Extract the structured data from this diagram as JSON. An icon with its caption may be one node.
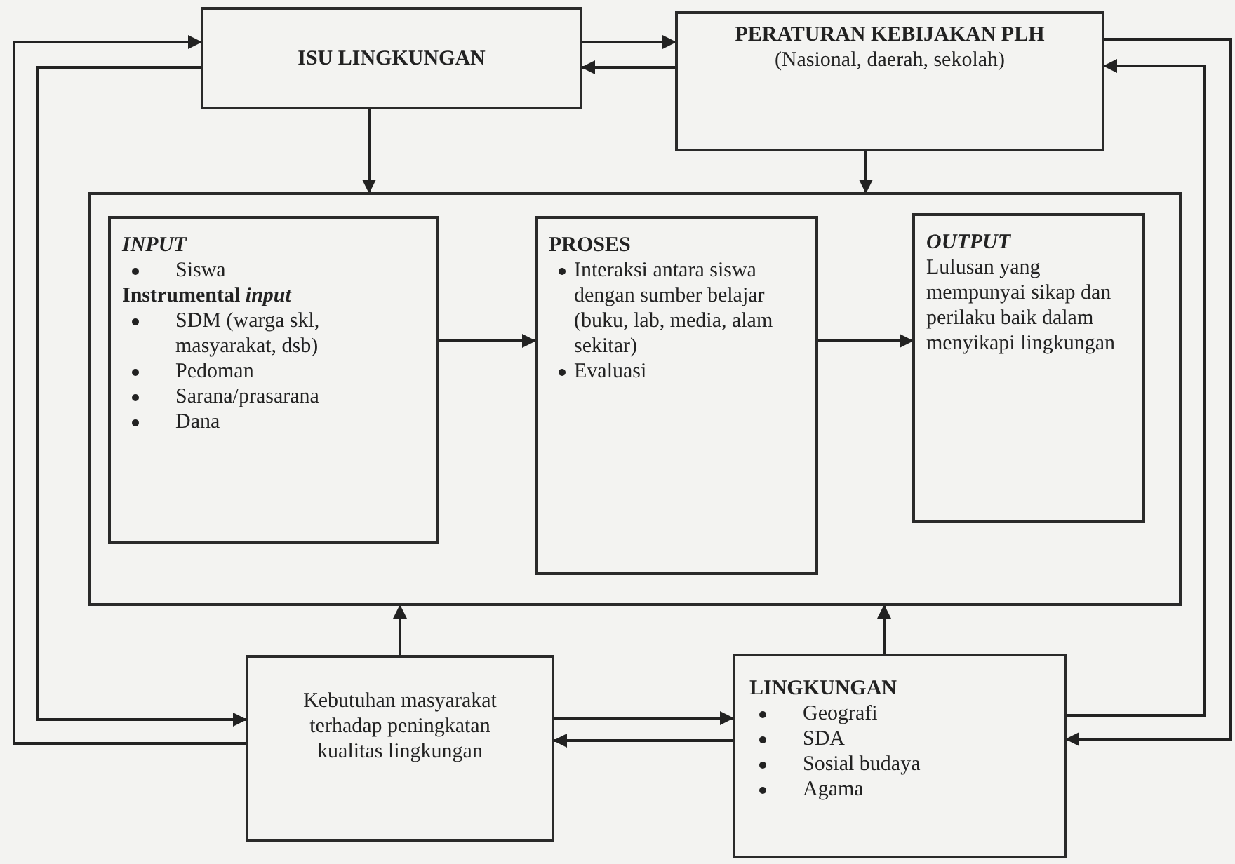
{
  "diagram": {
    "nodes": [
      {
        "text": [
          "ISU LINGKUNGAN"
        ]
      },
      {
        "text": [
          "PERATURAN KEBIJAKAN PLH",
          "(Nasional, daerah, sekolah)"
        ]
      },
      {
        "text": [],
        "shape": "box"
      },
      {
        "text": [
          "INPUT",
          "Siswa",
          "Instrumental *input*",
          "SDM (warga skl, masyarakat, dsb)",
          "Pedoman",
          "Sarana/prasarana",
          "Dana"
        ],
        "in": 2
      },
      {
        "text": [
          "PROSES",
          "Interaksi antara siswa dengan sumber belajar (buku, lab, media, alam sekitar)",
          "Evaluasi"
        ],
        "in": 2
      },
      {
        "text": [
          "OUTPUT",
          "Lulusan yang mempunyai sikap dan perilaku baik dalam menyikapi lingkungan"
        ],
        "in": 2
      },
      {
        "text": [
          "Kebutuhan masyarakat terhadap peningkatan kualitas lingkungan"
        ]
      },
      {
        "text": [
          "LINGKUNGAN",
          "Geografi",
          "SDA",
          "Sosial budaya",
          "Agama"
        ]
      }
    ],
    "edges": [
      {
        "from": 0,
        "to": 1,
        "arrow": "to"
      },
      {
        "from": 1,
        "to": 0,
        "arrow": "to"
      },
      {
        "from": 0,
        "to": 2,
        "arrow": "to"
      },
      {
        "from": 1,
        "to": 2,
        "arrow": "to"
      },
      {
        "from": 3,
        "to": 4,
        "arrow": "to"
      },
      {
        "from": 4,
        "to": 5,
        "arrow": "to"
      },
      {
        "from": 6,
        "to": 2,
        "arrow": "to"
      },
      {
        "from": 7,
        "to": 2,
        "arrow": "to"
      },
      {
        "from": 6,
        "to": 7,
        "arrow": "to"
      },
      {
        "from": 7,
        "to": 6,
        "arrow": "to"
      },
      {
        "from": 6,
        "to": 0,
        "arrow": "to"
      },
      {
        "from": 0,
        "to": 6,
        "arrow": "to"
      },
      {
        "from": 1,
        "to": 7,
        "arrow": "to"
      },
      {
        "from": 7,
        "to": 1,
        "arrow": "to"
      }
    ]
  }
}
